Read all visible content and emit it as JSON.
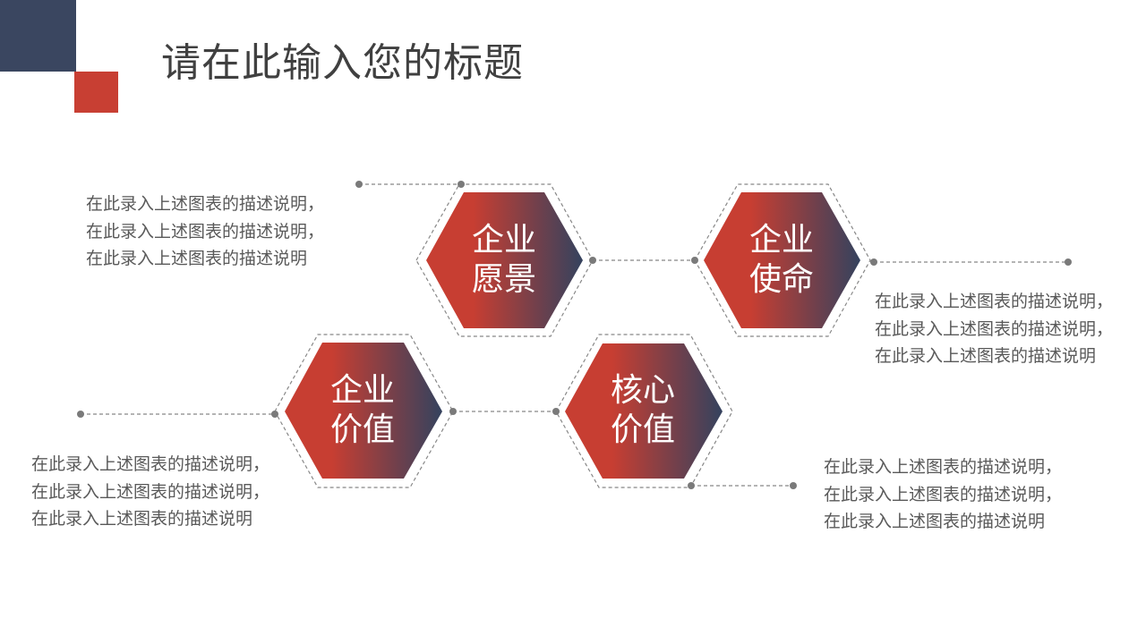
{
  "title": "请在此输入您的标题",
  "colors": {
    "navy": "#34425E",
    "red": "#C73E32",
    "text": "#595959",
    "title": "#404040"
  },
  "hexagons": [
    {
      "line1": "企业",
      "line2": "愿景"
    },
    {
      "line1": "企业",
      "line2": "使命"
    },
    {
      "line1": "企业",
      "line2": "价值"
    },
    {
      "line1": "核心",
      "line2": "价值"
    }
  ],
  "descriptions": [
    {
      "lines": [
        "在此录入上述图表的描述说明，",
        "在此录入上述图表的描述说明，",
        "在此录入上述图表的描述说明"
      ]
    },
    {
      "lines": [
        "在此录入上述图表的描述说明，",
        "在此录入上述图表的描述说明，",
        "在此录入上述图表的描述说明"
      ]
    },
    {
      "lines": [
        "在此录入上述图表的描述说明，",
        "在此录入上述图表的描述说明，",
        "在此录入上述图表的描述说明"
      ]
    },
    {
      "lines": [
        "在此录入上述图表的描述说明，",
        "在此录入上述图表的描述说明，",
        "在此录入上述图表的描述说明"
      ]
    }
  ]
}
